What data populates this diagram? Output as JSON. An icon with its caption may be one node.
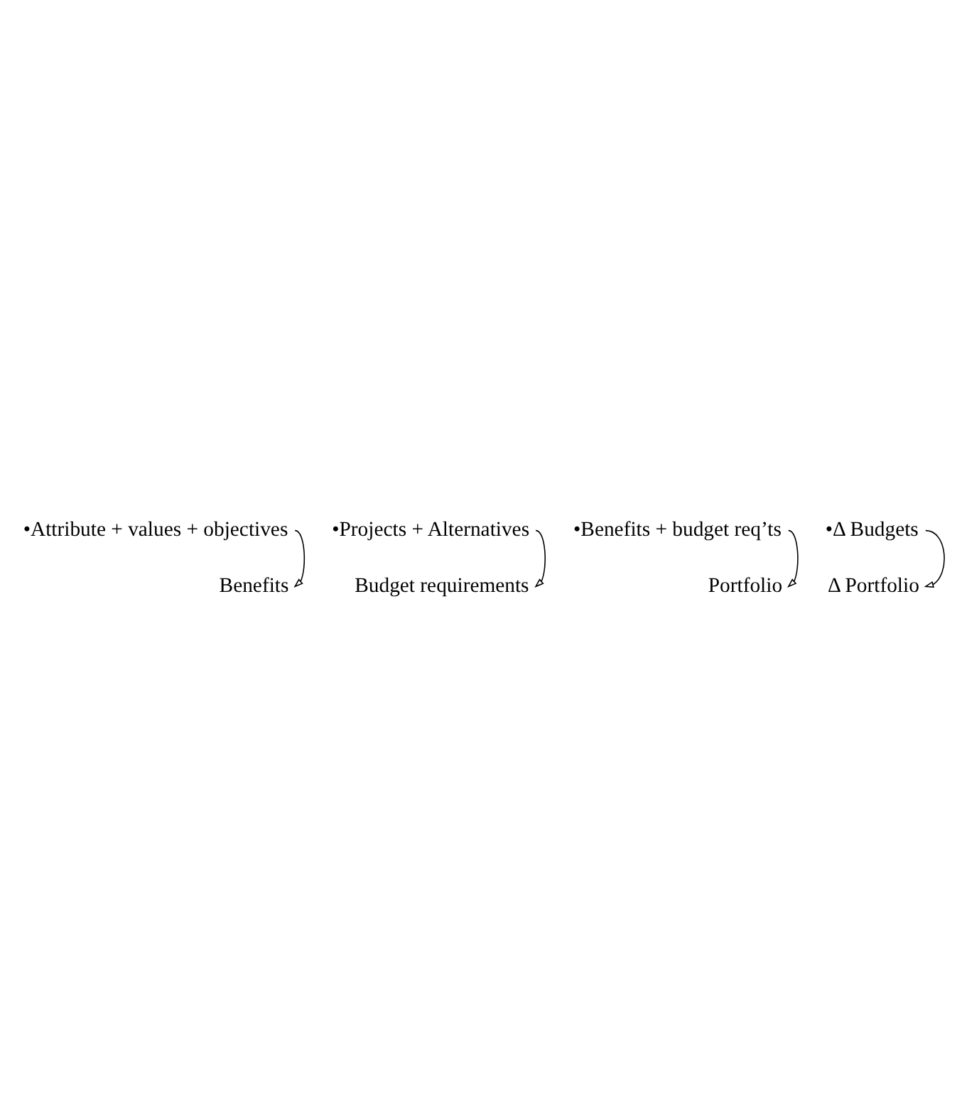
{
  "diagram": {
    "nodes": [
      {
        "text": [
          "•Attribute + values + objectives"
        ]
      },
      {
        "text": [
          "Benefits"
        ]
      },
      {
        "text": [
          "•Projects + Alternatives"
        ]
      },
      {
        "text": [
          "Budget requirements"
        ]
      },
      {
        "text": [
          "•Benefits + budget req’ts"
        ]
      },
      {
        "text": [
          "Portfolio"
        ]
      },
      {
        "text": [
          "•Δ Budgets"
        ]
      },
      {
        "text": [
          "Δ Portfolio"
        ]
      }
    ],
    "edges": [
      {
        "from": 0,
        "to": 1,
        "arrow": "to"
      },
      {
        "from": 2,
        "to": 3,
        "arrow": "to"
      },
      {
        "from": 4,
        "to": 5,
        "arrow": "to"
      },
      {
        "from": 6,
        "to": 7,
        "arrow": "to"
      }
    ]
  }
}
